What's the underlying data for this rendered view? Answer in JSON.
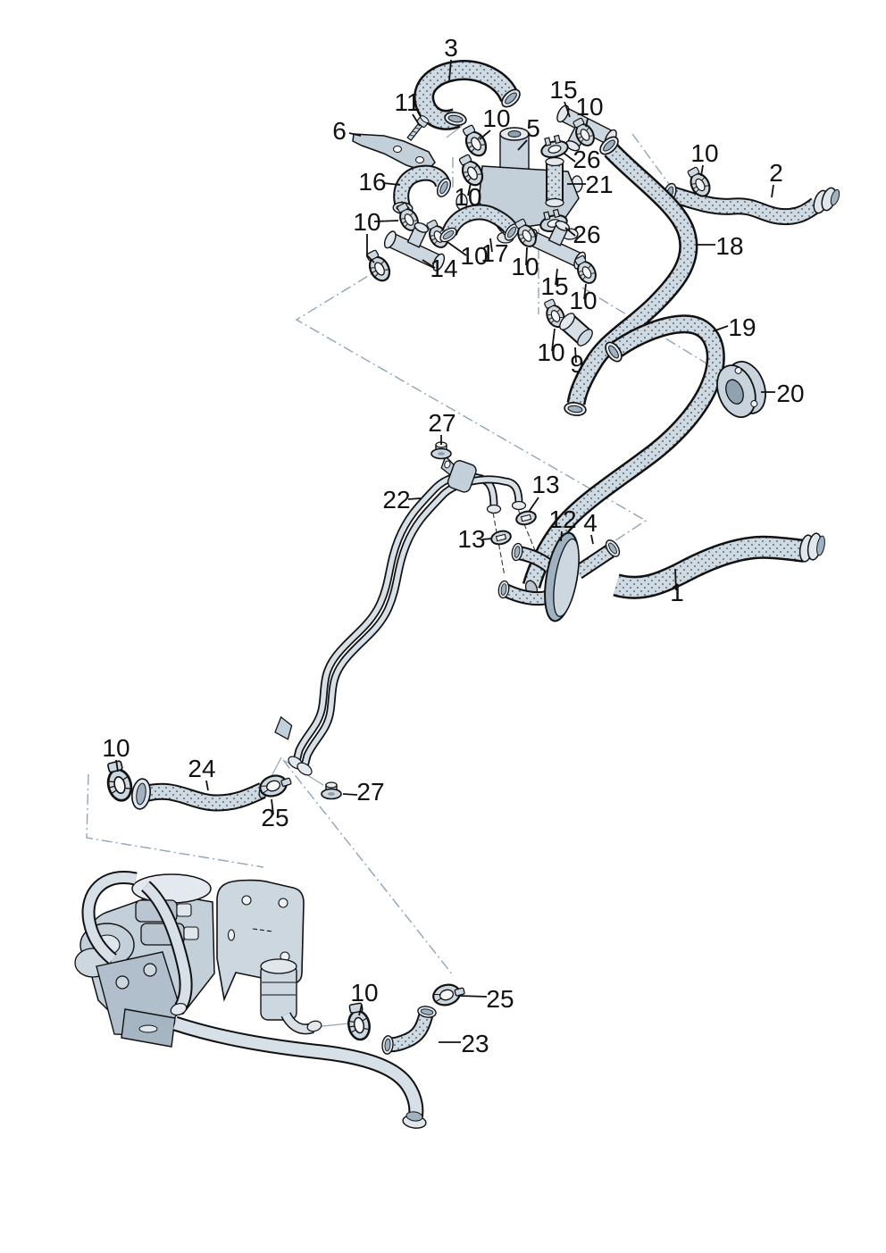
{
  "figure": {
    "type": "exploded-parts-diagram",
    "background": "#ffffff",
    "outline_color": "#111111",
    "part_fill": "#cdd7e0",
    "part_fill_light": "#e3e9ee",
    "part_fill_dark": "#b0bfcb",
    "hose_dot_color": "#5a6b7a",
    "reference_line_color": "#8fa5b8",
    "label_color": "#111111"
  },
  "callouts": [
    "3",
    "11",
    "6",
    "15",
    "10",
    "5",
    "10",
    "26",
    "21",
    "16",
    "10",
    "10",
    "10",
    "2",
    "14",
    "10",
    "17",
    "10",
    "15",
    "26",
    "10",
    "18",
    "19",
    "10",
    "9",
    "20",
    "27",
    "22",
    "13",
    "12",
    "4",
    "13",
    "1",
    "10",
    "24",
    "25",
    "27",
    "10",
    "25",
    "23"
  ]
}
